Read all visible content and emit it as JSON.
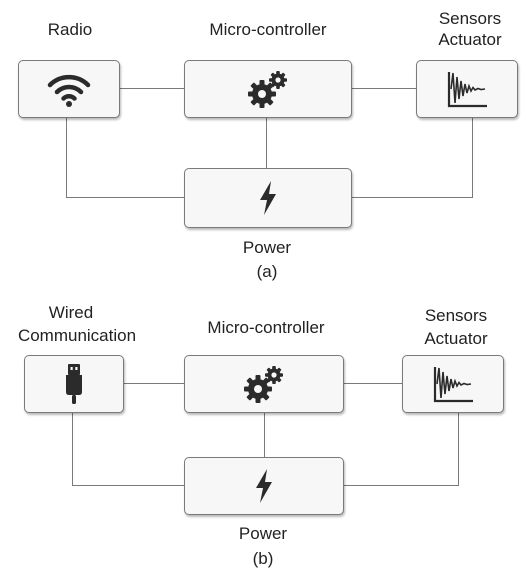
{
  "diagrams": [
    {
      "caption": "(a)",
      "labels": {
        "left": "Radio",
        "center": "Micro-controller",
        "right_line1": "Sensors",
        "right_line2": "Actuator",
        "power": "Power"
      },
      "icons": {
        "left": "wifi-icon",
        "center": "gears-icon",
        "right": "waveform-icon",
        "power": "lightning-bolt-icon"
      }
    },
    {
      "caption": "(b)",
      "labels": {
        "left_line1": "Wired",
        "left_line2": "Communication",
        "center": "Micro-controller",
        "right_line1": "Sensors",
        "right_line2": "Actuator",
        "power": "Power"
      },
      "icons": {
        "left": "usb-plug-icon",
        "center": "gears-icon",
        "right": "waveform-icon",
        "power": "lightning-bolt-icon"
      }
    }
  ],
  "colors": {
    "wire": "#7a7a7a",
    "box_fill": "#f7f7f7",
    "icon": "#2b2b2b"
  }
}
